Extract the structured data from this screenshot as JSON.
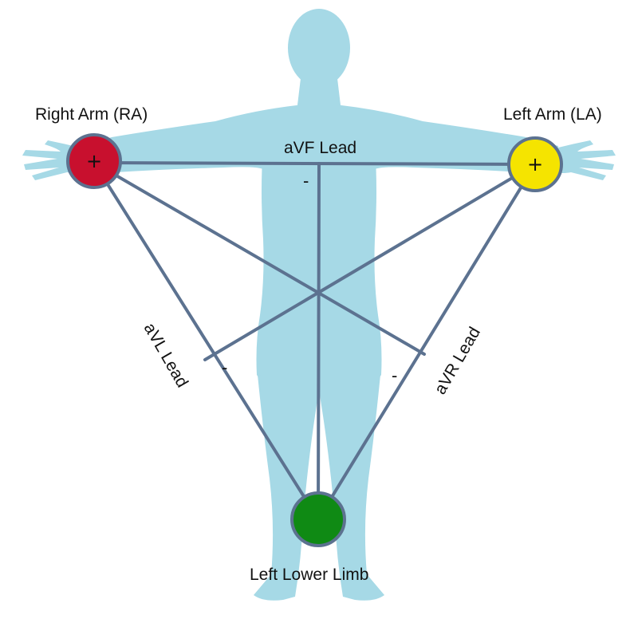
{
  "electrodes": {
    "right_arm": {
      "label": "Right Arm (RA)",
      "symbol": "+",
      "color": "#c8102e"
    },
    "left_arm": {
      "label": "Left Arm (LA)",
      "symbol": "+",
      "color": "#f5e400"
    },
    "left_leg": {
      "label": "Left Lower Limb",
      "symbol": "",
      "color": "#0f8a14"
    }
  },
  "leads": {
    "avf": {
      "label": "aVF Lead",
      "negative_symbol": "-"
    },
    "avl": {
      "label": "aVL Lead",
      "negative_symbol": "-"
    },
    "avr": {
      "label": "aVR Lead",
      "negative_symbol": "-"
    }
  },
  "colors": {
    "body": "#a6d9e6",
    "lead_lines": "#5c7290",
    "electrode_border": "#5c7290",
    "text": "#111111"
  }
}
